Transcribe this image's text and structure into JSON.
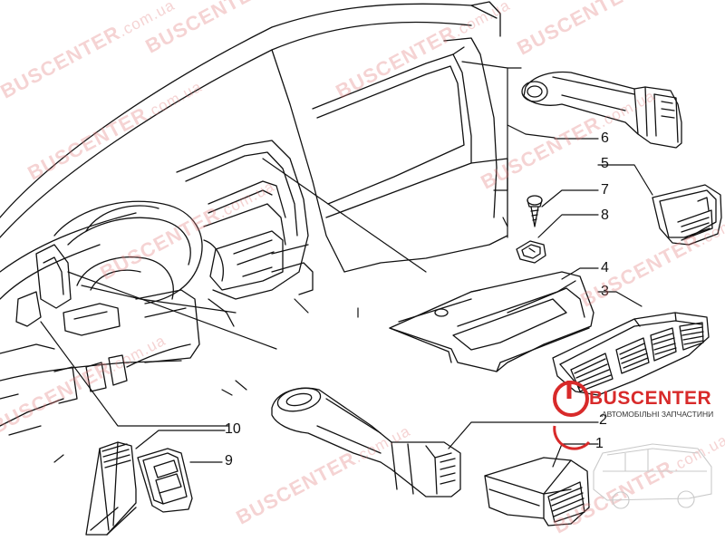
{
  "watermark": {
    "brand": "BUSCENTER",
    "domain": ".com.ua",
    "color": "#e07b7b"
  },
  "logo": {
    "brand": "BUSCENTER",
    "subtitle": "АВТОМОБІЛЬНІ ЗАПЧАСТИНИ",
    "accent": "#d82a2a"
  },
  "callouts": [
    {
      "id": "1",
      "text": "1"
    },
    {
      "id": "2",
      "text": "2"
    },
    {
      "id": "3",
      "text": "3"
    },
    {
      "id": "4",
      "text": "4"
    },
    {
      "id": "5",
      "text": "5"
    },
    {
      "id": "6",
      "text": "6"
    },
    {
      "id": "7",
      "text": "7"
    },
    {
      "id": "8",
      "text": "8"
    },
    {
      "id": "9",
      "text": "9"
    },
    {
      "id": "10",
      "text": "10"
    }
  ]
}
